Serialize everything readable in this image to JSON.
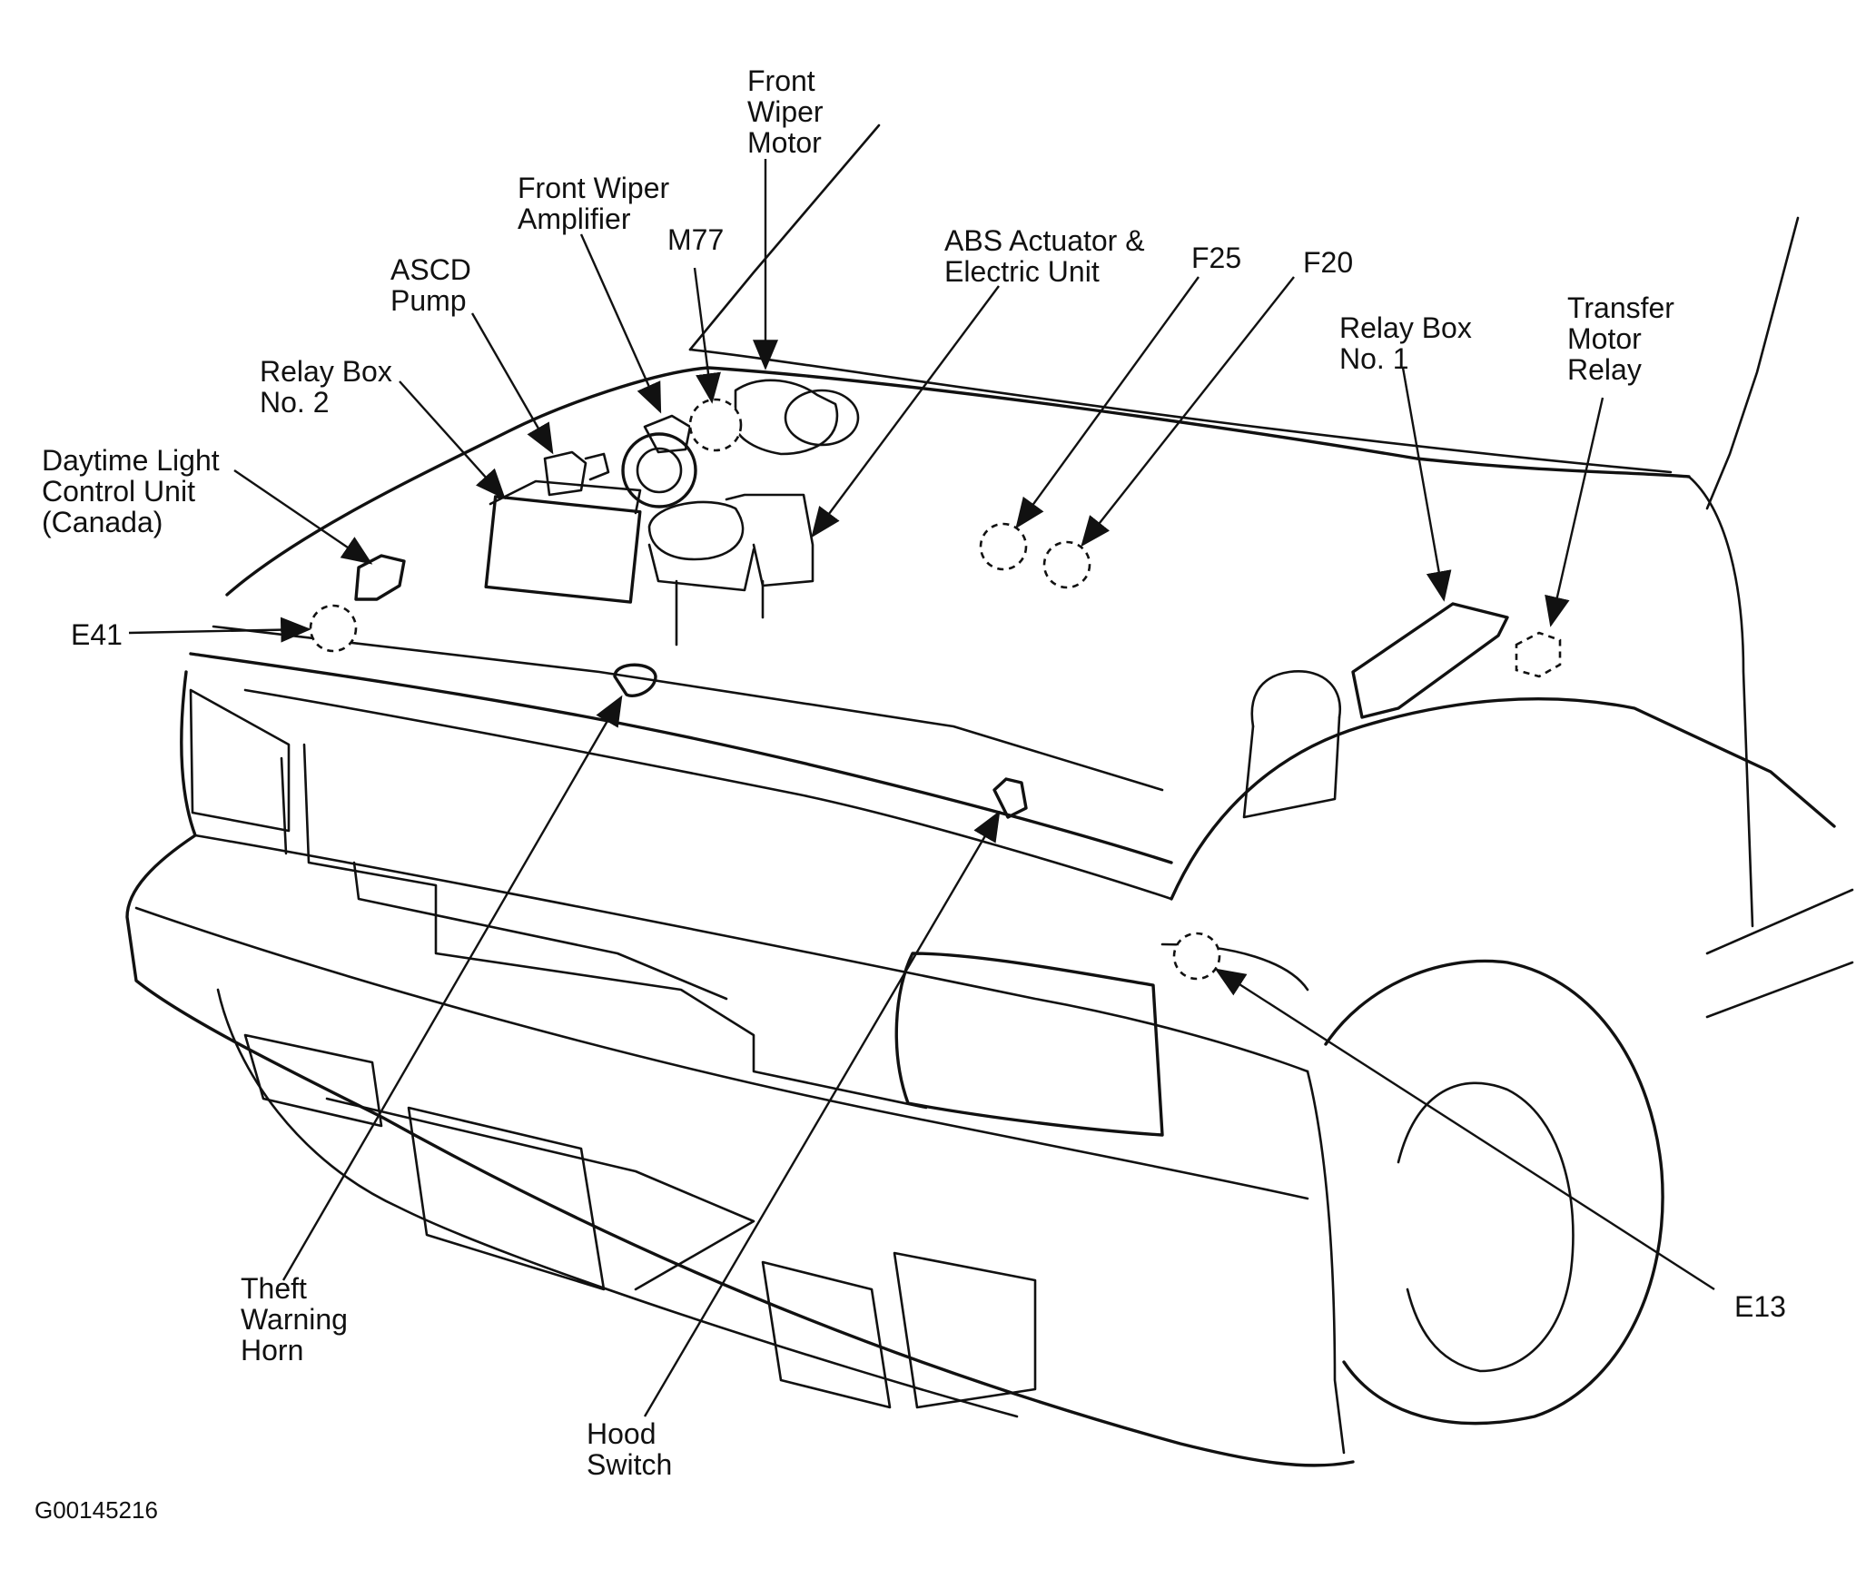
{
  "figure_id": "G00145216",
  "labels": {
    "front_wiper_motor": [
      "Front",
      "Wiper",
      "Motor"
    ],
    "front_wiper_amplifier": [
      "Front Wiper",
      "Amplifier"
    ],
    "m77": [
      "M77"
    ],
    "abs_actuator": [
      "ABS Actuator &",
      "Electric Unit"
    ],
    "f25": [
      "F25"
    ],
    "f20": [
      "F20"
    ],
    "relay_box_1": [
      "Relay Box",
      "No. 1"
    ],
    "transfer_motor_relay": [
      "Transfer",
      "Motor",
      "Relay"
    ],
    "ascd_pump": [
      "ASCD",
      "Pump"
    ],
    "relay_box_2": [
      "Relay Box",
      "No. 2"
    ],
    "daytime_light": [
      "Daytime Light",
      "Control Unit",
      "(Canada)"
    ],
    "e41": [
      "E41"
    ],
    "theft_horn": [
      "Theft",
      "Warning",
      "Horn"
    ],
    "hood_switch": [
      "Hood",
      "Switch"
    ],
    "e13": [
      "E13"
    ]
  }
}
